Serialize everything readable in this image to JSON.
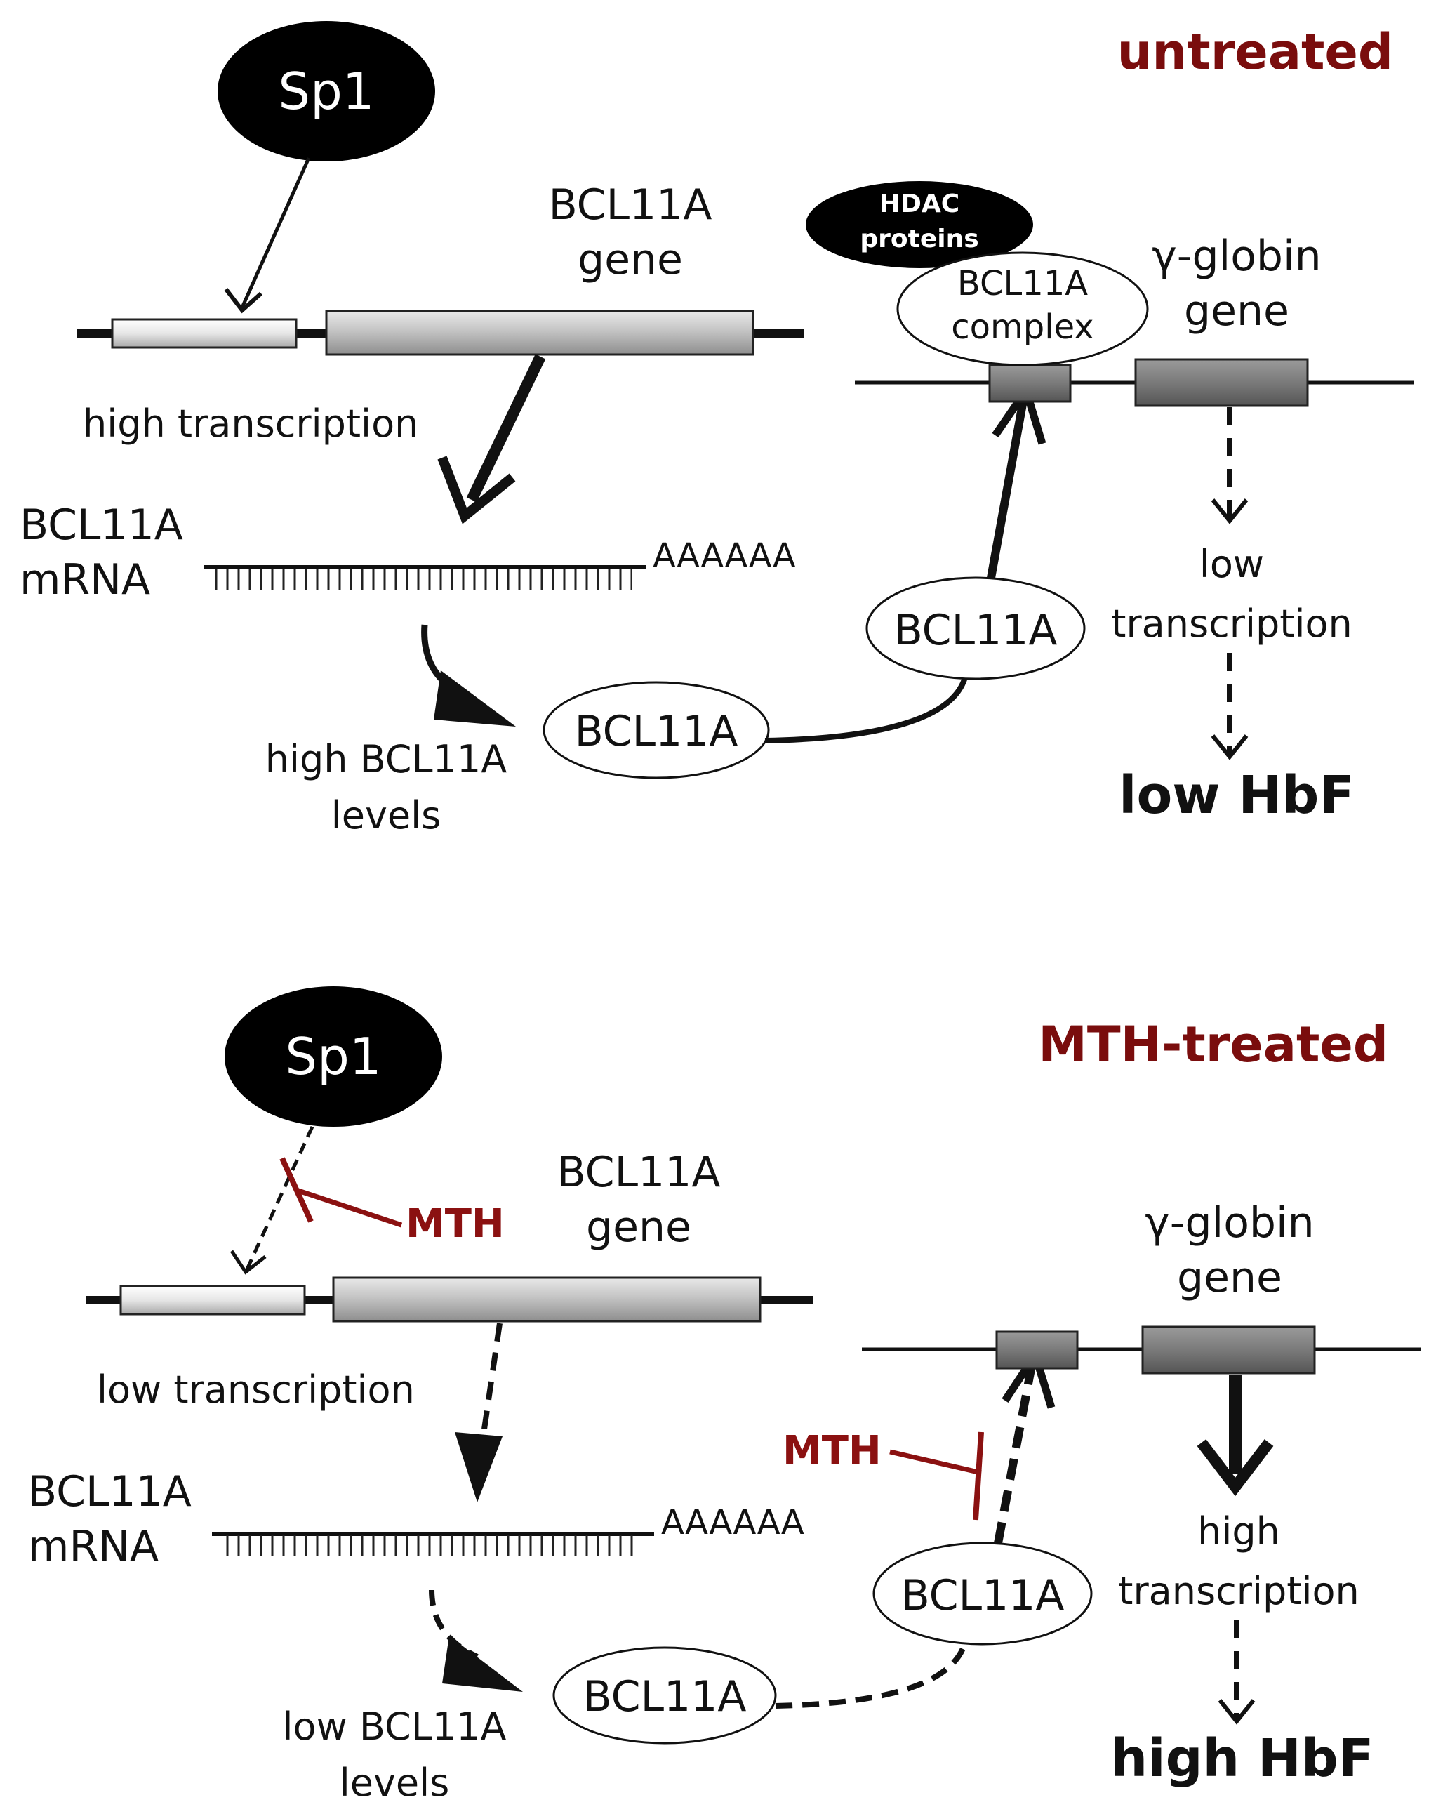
{
  "untreated": {
    "title": "untreated",
    "sp1": "Sp1",
    "gene_label_1": "BCL11A",
    "gene_label_2": "gene",
    "transcription": "high transcription",
    "mrna_label_1": "BCL11A",
    "mrna_label_2": "mRNA",
    "polya": "AAAAAA",
    "levels_1": "high BCL11A",
    "levels_2": "levels",
    "protein": "BCL11A",
    "protein_2": "BCL11A",
    "hdac_1": "HDAC",
    "hdac_2": "proteins",
    "complex_1": "BCL11A",
    "complex_2": "complex",
    "globin_1": "γ-globin",
    "globin_2": "gene",
    "globin_tx_1": "low",
    "globin_tx_2": "transcription",
    "output": "low HbF"
  },
  "treated": {
    "title": "MTH-treated",
    "sp1": "Sp1",
    "mth_1": "MTH",
    "mth_2": "MTH",
    "gene_label_1": "BCL11A",
    "gene_label_2": "gene",
    "transcription": "low transcription",
    "mrna_label_1": "BCL11A",
    "mrna_label_2": "mRNA",
    "polya": "AAAAAA",
    "levels_1": "low BCL11A",
    "levels_2": "levels",
    "protein": "BCL11A",
    "protein_2": "BCL11A",
    "globin_1": "γ-globin",
    "globin_2": "gene",
    "globin_tx_1": "high",
    "globin_tx_2": "transcription",
    "output": "high HbF"
  }
}
